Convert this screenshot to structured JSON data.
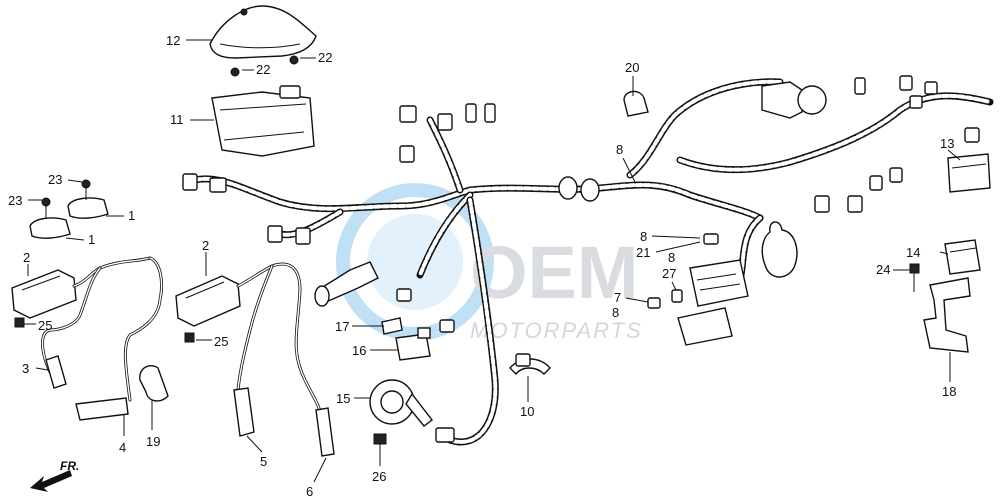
{
  "watermark": {
    "logo_text": "OEM",
    "sub_text": "MOTORPARTS"
  },
  "direction_indicator": {
    "label": "FR."
  },
  "callouts": [
    {
      "id": "c12",
      "label": "12"
    },
    {
      "id": "c22a",
      "label": "22"
    },
    {
      "id": "c22b",
      "label": "22"
    },
    {
      "id": "c11",
      "label": "11"
    },
    {
      "id": "c20",
      "label": "20"
    },
    {
      "id": "c8a",
      "label": "8"
    },
    {
      "id": "c13",
      "label": "13"
    },
    {
      "id": "c23a",
      "label": "23"
    },
    {
      "id": "c23b",
      "label": "23"
    },
    {
      "id": "c1a",
      "label": "1"
    },
    {
      "id": "c1b",
      "label": "1"
    },
    {
      "id": "c2a",
      "label": "2"
    },
    {
      "id": "c2b",
      "label": "2"
    },
    {
      "id": "c25a",
      "label": "25"
    },
    {
      "id": "c25b",
      "label": "25"
    },
    {
      "id": "c3",
      "label": "3"
    },
    {
      "id": "c4",
      "label": "4"
    },
    {
      "id": "c19",
      "label": "19"
    },
    {
      "id": "c5",
      "label": "5"
    },
    {
      "id": "c6",
      "label": "6"
    },
    {
      "id": "c17",
      "label": "17"
    },
    {
      "id": "c16",
      "label": "16"
    },
    {
      "id": "c15",
      "label": "15"
    },
    {
      "id": "c26",
      "label": "26"
    },
    {
      "id": "c10",
      "label": "10"
    },
    {
      "id": "c8b",
      "label": "8"
    },
    {
      "id": "c21",
      "label": "21"
    },
    {
      "id": "c8c",
      "label": "8"
    },
    {
      "id": "c27",
      "label": "27"
    },
    {
      "id": "c7",
      "label": "7"
    },
    {
      "id": "c8d",
      "label": "8"
    },
    {
      "id": "c14",
      "label": "14"
    },
    {
      "id": "c24",
      "label": "24"
    },
    {
      "id": "c18",
      "label": "18"
    }
  ],
  "colors": {
    "line": "#111111",
    "watermark_blue": "#4aa3df",
    "watermark_grey": "#d9dde2"
  }
}
